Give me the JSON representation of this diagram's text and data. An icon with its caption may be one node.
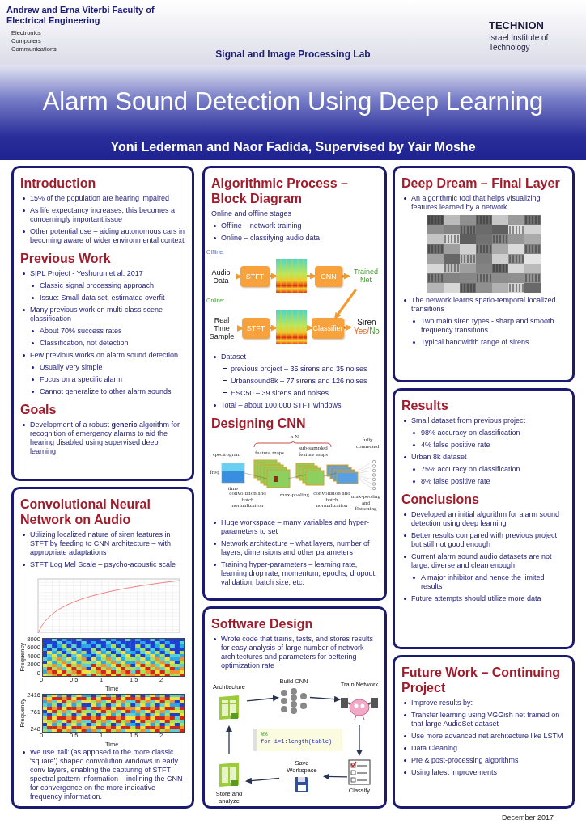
{
  "diagram": {
    "title": "Alarm Sound Detection Using Deep Learning",
    "nodes": [
      {
        "text": [
          "Introduction",
          "15% of the population are hearing impaired",
          "As life expectancy increases, this becomes a concerningly important issue",
          "Other potential use – aiding autonomous cars in becoming aware of wider environmental context",
          "Previous Work",
          "SIPL Project - Yeshurun et al. 2017",
          "Classic signal processing approach",
          "Issue: Small data set, estimated overfit",
          "Many previous work on multi-class scene classification",
          "About 70% success rates",
          "Classification, not detection",
          "Few previous works on alarm sound detection",
          "Usually very simple",
          "Focus on a specific alarm",
          "Cannot generalize to other alarm sounds",
          "Goals",
          "Development of a robust **generic** algorithm for recognition of emergency alarms to aid the hearing disabled using supervised deep learning"
        ]
      },
      {
        "text": [
          "Convolutional Neural Network on Audio",
          "Utilizing localized nature of siren features in STFT by feeding to CNN architecture – with appropriate adaptations",
          "STFT Log Mel Scale – psycho-acoustic scale",
          "We use ‘tall’ (as apposed to the more classic ‘square’) shaped convolution windows in early conv layers, enabling the capturing of STFT spectral pattern information – inclining  the CNN for convergence on the more indicative frequency information."
        ]
      },
      {
        "text": [
          "Algorithmic Process – Block Diagram",
          "Online and offline stages",
          "Offline – network training",
          "Online – classifying audio data",
          "Dataset –",
          "previous project – 35 sirens and 35 noises",
          "Urbansound8k – 77 sirens and 126 noises",
          "ESC50 – 39 sirens and noises",
          "Total – about 100,000 STFT windows",
          "Designing CNN",
          "Huge workspace – many variables and hyper-parameters to set",
          "Network architecture – what layers, number of layers, dimensions and other parameters",
          "Training hyper-parameters – learning rate, learning drop rate, momentum, epochs, dropout, validation, batch size, etc."
        ]
      },
      {
        "text": [
          "Audio Data"
        ],
        "in": 2
      },
      {
        "text": [
          "STFT"
        ],
        "in": 2
      },
      {
        "text": [],
        "shape": "picture",
        "in": 2
      },
      {
        "text": [
          "CNN"
        ],
        "in": 2
      },
      {
        "text": [
          "Trained Net"
        ],
        "in": 2
      },
      {
        "text": [
          "Real Time Sample"
        ],
        "in": 2
      },
      {
        "text": [
          "STFT"
        ],
        "in": 2
      },
      {
        "text": [],
        "shape": "picture",
        "in": 2
      },
      {
        "text": [
          "Classifier"
        ],
        "in": 2
      },
      {
        "text": [
          "Siren",
          "Yes/",
          "No"
        ],
        "in": 2
      },
      {
        "text": [
          "Software Design",
          "Wrote code that trains, tests, and stores results for easy analysis of large number of network architectures and parameters for bettering optimization rate"
        ]
      },
      {
        "text": [
          "Architecture"
        ],
        "in": 13
      },
      {
        "text": [
          "Build CNN"
        ],
        "in": 13
      },
      {
        "text": [
          "Train Network"
        ],
        "in": 13
      },
      {
        "text": [
          "Classify"
        ],
        "in": 13
      },
      {
        "text": [
          "Save Workspace"
        ],
        "in": 13
      },
      {
        "text": [
          "Store and analyze"
        ],
        "in": 13
      },
      {
        "text": [
          "Deep Dream – Final Layer",
          "An algorithmic tool that helps visualizing features learned by a network",
          "The network learns spatio-temporal localized transitions",
          "Two main siren types - sharp and smooth frequency transitions",
          "Typical bandwidth range of sirens"
        ]
      },
      {
        "text": [
          "Results",
          "Small dataset from previous project",
          "98% accuracy on classification",
          "4% false positive rate",
          "Urban 8k dataset",
          "75% accuracy on classification",
          "8% false positive rate",
          "Conclusions",
          "Developed an initial algorithm for alarm sound detection using deep learning",
          "Better results compared with previous project but still not good enough",
          "Current alarm sound audio datasets are not large, diverse and clean enough",
          "A major inhibitor and hence the limited results",
          "Future attempts should utilize more data"
        ]
      },
      {
        "text": [
          "Future Work – Continuing Project",
          "Improve results by:",
          "Transfer learning using VGGish net trained on that large AudioSet dataset",
          "Use more advanced net architecture like LSTM",
          "Data Cleaning",
          "Pre & post-processing algorithms",
          "Using latest improvements"
        ]
      }
    ],
    "edges": [
      {
        "from": 3,
        "to": 4,
        "arrow": "to"
      },
      {
        "from": 4,
        "to": 5,
        "arrow": "to"
      },
      {
        "from": 5,
        "to": 6,
        "arrow": "to"
      },
      {
        "from": 6,
        "to": 7,
        "arrow": "to"
      },
      {
        "from": 7,
        "to": 11,
        "arrow": "to"
      },
      {
        "from": 8,
        "to": 9,
        "arrow": "to"
      },
      {
        "from": 9,
        "to": 10,
        "arrow": "to"
      },
      {
        "from": 10,
        "to": 11,
        "arrow": "to"
      },
      {
        "from": 11,
        "to": 12,
        "arrow": "to"
      },
      {
        "from": 14,
        "to": 15,
        "arrow": "to",
        "color": "#2a3450"
      },
      {
        "from": 15,
        "to": 16,
        "arrow": "to",
        "color": "#2a3450"
      },
      {
        "from": 16,
        "to": 17,
        "arrow": "to",
        "color": "#2a3450"
      },
      {
        "from": 17,
        "to": 18,
        "arrow": "to",
        "color": "#2a3450"
      },
      {
        "from": 18,
        "to": 19,
        "arrow": "to",
        "color": "#2a3450"
      },
      {
        "from": 19,
        "to": 14,
        "arrow": "to",
        "color": "#2a3450"
      }
    ],
    "labels": [
      "Andrew and Erna Viterbi Faculty of Electrical Engineering",
      "Electronics",
      "Computers",
      "Communications",
      "Signal and Image Processing Lab",
      "TECHNION",
      "Israel Institute of Technology",
      "Yoni Lederman and Naor Fadida, Supervised by Yair Moshe",
      "Offline:",
      "Online:",
      "x N",
      "spectrogram",
      "freq",
      "time",
      "feature maps",
      "sub-sampled feature maps",
      "fully connected",
      "convolution and batch normalization",
      "max-pooling",
      "convolution and batch normalization",
      "max-pooling and flattening",
      "%%",
      "for i=1:length(table)",
      "8000",
      "6000",
      "4000",
      "2000",
      "0",
      "Frequency",
      "0",
      "0.5",
      "1",
      "1.5",
      "2",
      "Time",
      "2416",
      "761",
      "248",
      "Frequency",
      "0",
      "0.5",
      "1",
      "1.5",
      "2",
      "Time",
      "December 2017"
    ]
  }
}
